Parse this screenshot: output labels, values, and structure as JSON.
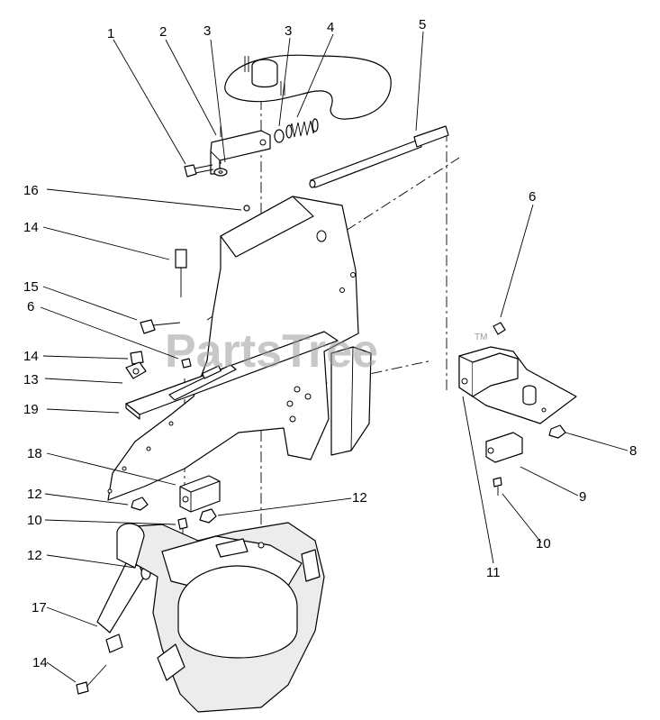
{
  "watermark": {
    "text": "PartsTree",
    "trademark": "TM",
    "color": "#9a9a9a"
  },
  "callouts": [
    {
      "id": "c1",
      "label": "1"
    },
    {
      "id": "c2",
      "label": "2"
    },
    {
      "id": "c3a",
      "label": "3"
    },
    {
      "id": "c3b",
      "label": "3"
    },
    {
      "id": "c4",
      "label": "4"
    },
    {
      "id": "c5",
      "label": "5"
    },
    {
      "id": "c16",
      "label": "16"
    },
    {
      "id": "c14a",
      "label": "14"
    },
    {
      "id": "c15",
      "label": "15"
    },
    {
      "id": "c6a",
      "label": "6"
    },
    {
      "id": "c14b",
      "label": "14"
    },
    {
      "id": "c13",
      "label": "13"
    },
    {
      "id": "c19",
      "label": "19"
    },
    {
      "id": "c18",
      "label": "18"
    },
    {
      "id": "c12a",
      "label": "12"
    },
    {
      "id": "c10a",
      "label": "10"
    },
    {
      "id": "c12b",
      "label": "12"
    },
    {
      "id": "c12c",
      "label": "12"
    },
    {
      "id": "c17",
      "label": "17"
    },
    {
      "id": "c14c",
      "label": "14"
    },
    {
      "id": "c6b",
      "label": "6"
    },
    {
      "id": "c8",
      "label": "8"
    },
    {
      "id": "c9",
      "label": "9"
    },
    {
      "id": "c10b",
      "label": "10"
    },
    {
      "id": "c11",
      "label": "11"
    }
  ]
}
